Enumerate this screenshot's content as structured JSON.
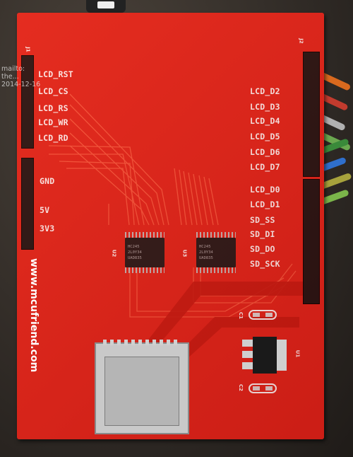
{
  "photo": {
    "watermark": [
      "mailto:",
      "the...",
      "2014-12-16"
    ],
    "board_url": "www.mcufriend.com",
    "left_labels": [
      "LCD_RST",
      "LCD_CS",
      "LCD_RS",
      "LCD_WR",
      "LCD_RD",
      "GND",
      "5V",
      "3V3"
    ],
    "right_labels": [
      "LCD_D2",
      "LCD_D3",
      "LCD_D4",
      "LCD_D5",
      "LCD_D6",
      "LCD_D7",
      "LCD_D0",
      "LCD_D1",
      "SD_SS",
      "SD_DI",
      "SD_DO",
      "SD_SCK"
    ],
    "header_ids": {
      "j1": "J1",
      "j2": "J2"
    },
    "chip_labels": {
      "u2": "U2",
      "u3": "U3",
      "u1": "U1",
      "c1": "C1",
      "c2": "C2"
    },
    "chip_markings": {
      "u2": [
        "HC245",
        "2L0Y34",
        "UAD835"
      ],
      "u3": [
        "HC245",
        "2L0Y34",
        "UAD835"
      ]
    },
    "colors": {
      "board": "#e0251b",
      "silkscreen": "#ffffff",
      "chip": "#1a1a1a",
      "background": "#2b2622"
    },
    "wire_colors": [
      "#d9691e",
      "#c23b2e",
      "#b0b0b0",
      "#6aa84f",
      "#3a8a3a",
      "#2f6fcc",
      "#a7a23c",
      "#7bb54a"
    ]
  }
}
